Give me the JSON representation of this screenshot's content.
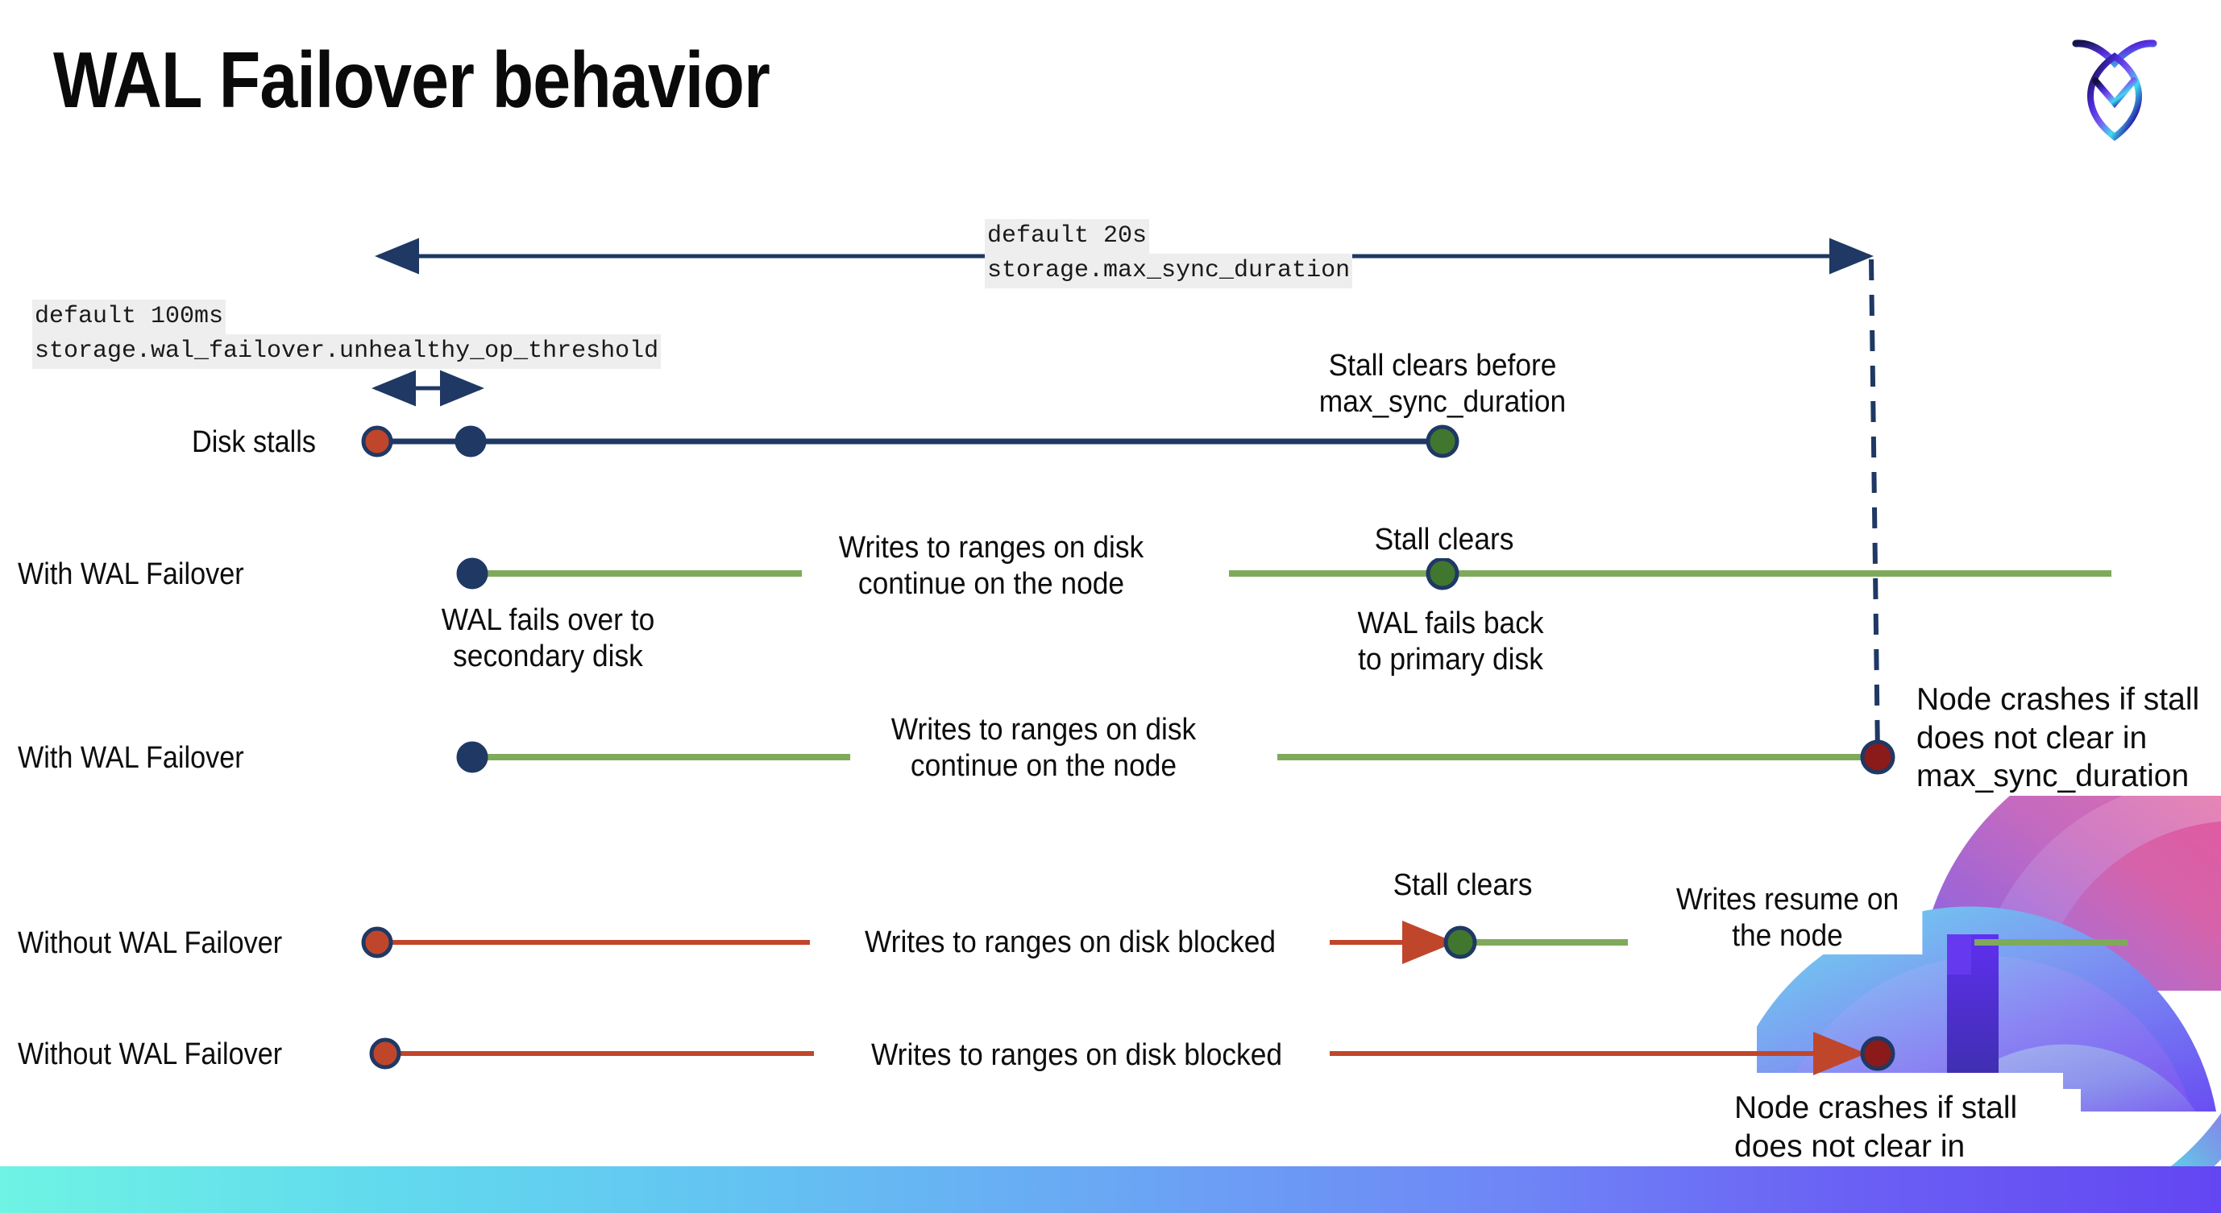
{
  "slide": {
    "title": "WAL Failover behavior",
    "logo_name": "cockroachdb-logo"
  },
  "annotations": {
    "max_sync": {
      "line1": "default 20s",
      "line2": "storage.max_sync_duration"
    },
    "unhealthy_threshold": {
      "line1": "default 100ms",
      "line2": "storage.wal_failover.unhealthy_op_threshold"
    }
  },
  "rows": [
    {
      "id": "disk-stalls",
      "label": "Disk stalls",
      "captions": [
        {
          "id": "stall-clears-before",
          "text": "Stall clears before\nmax_sync_duration"
        }
      ]
    },
    {
      "id": "with-wal-failover-1",
      "label": "With WAL Failover",
      "captions": [
        {
          "id": "writes-continue-1",
          "text": "Writes to ranges on disk\ncontinue on the node"
        },
        {
          "id": "stall-clears-1",
          "text": "Stall clears"
        },
        {
          "id": "wal-fails-over",
          "text": "WAL fails over to\nsecondary disk"
        },
        {
          "id": "wal-fails-back",
          "text": "WAL fails  back\nto primary disk"
        }
      ]
    },
    {
      "id": "with-wal-failover-2",
      "label": "With WAL Failover",
      "captions": [
        {
          "id": "writes-continue-2",
          "text": "Writes to ranges on disk\ncontinue on the node"
        },
        {
          "id": "node-crashes-1",
          "text": "Node crashes if stall\ndoes not clear in\nmax_sync_duration"
        }
      ]
    },
    {
      "id": "without-wal-failover-1",
      "label": "Without WAL Failover",
      "captions": [
        {
          "id": "writes-blocked-1",
          "text": "Writes to ranges on disk  blocked"
        },
        {
          "id": "stall-clears-2",
          "text": "Stall clears"
        },
        {
          "id": "writes-resume",
          "text": "Writes resume on\nthe node"
        }
      ]
    },
    {
      "id": "without-wal-failover-2",
      "label": "Without WAL Failover",
      "captions": [
        {
          "id": "writes-blocked-2",
          "text": "Writes to ranges on disk  blocked"
        },
        {
          "id": "node-crashes-2",
          "text": "Node crashes if stall\ndoes not clear in\nmax_sync_duration"
        }
      ]
    }
  ],
  "colors": {
    "navy": "#1F3864",
    "green_line": "#7FAA5B",
    "green_dot": "#41762F",
    "orange": "#C0462B",
    "dark_red": "#8B1A1A",
    "code_bg": "#EEEEEE",
    "bar_start": "#6FF3E4",
    "bar_end": "#6346F2"
  }
}
